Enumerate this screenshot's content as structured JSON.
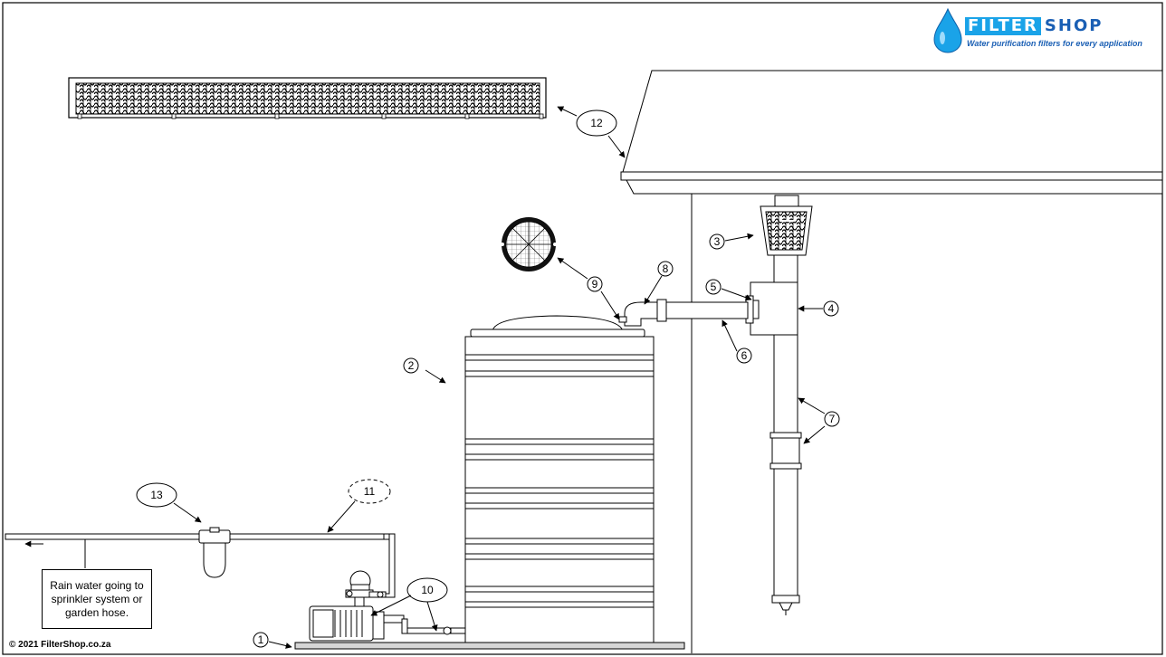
{
  "logo": {
    "word_left": "FILTER",
    "word_right": "SHOP",
    "tagline": "Water purification filters for every application",
    "colors": {
      "drop": "#1aa3e8",
      "text": "#1a5fb4"
    }
  },
  "callouts": [
    {
      "id": "c1",
      "label": "1"
    },
    {
      "id": "c2",
      "label": "2"
    },
    {
      "id": "c3",
      "label": "3"
    },
    {
      "id": "c4",
      "label": "4"
    },
    {
      "id": "c5",
      "label": "5"
    },
    {
      "id": "c6",
      "label": "6"
    },
    {
      "id": "c7",
      "label": "7"
    },
    {
      "id": "c8",
      "label": "8"
    },
    {
      "id": "c9",
      "label": "9"
    },
    {
      "id": "c10",
      "label": "10"
    },
    {
      "id": "c11",
      "label": "11"
    },
    {
      "id": "c12",
      "label": "12"
    },
    {
      "id": "c13",
      "label": "13"
    }
  ],
  "note": {
    "text": "Rain water going to sprinkler system or garden hose."
  },
  "copyright": "© 2021 FilterShop.co.za"
}
